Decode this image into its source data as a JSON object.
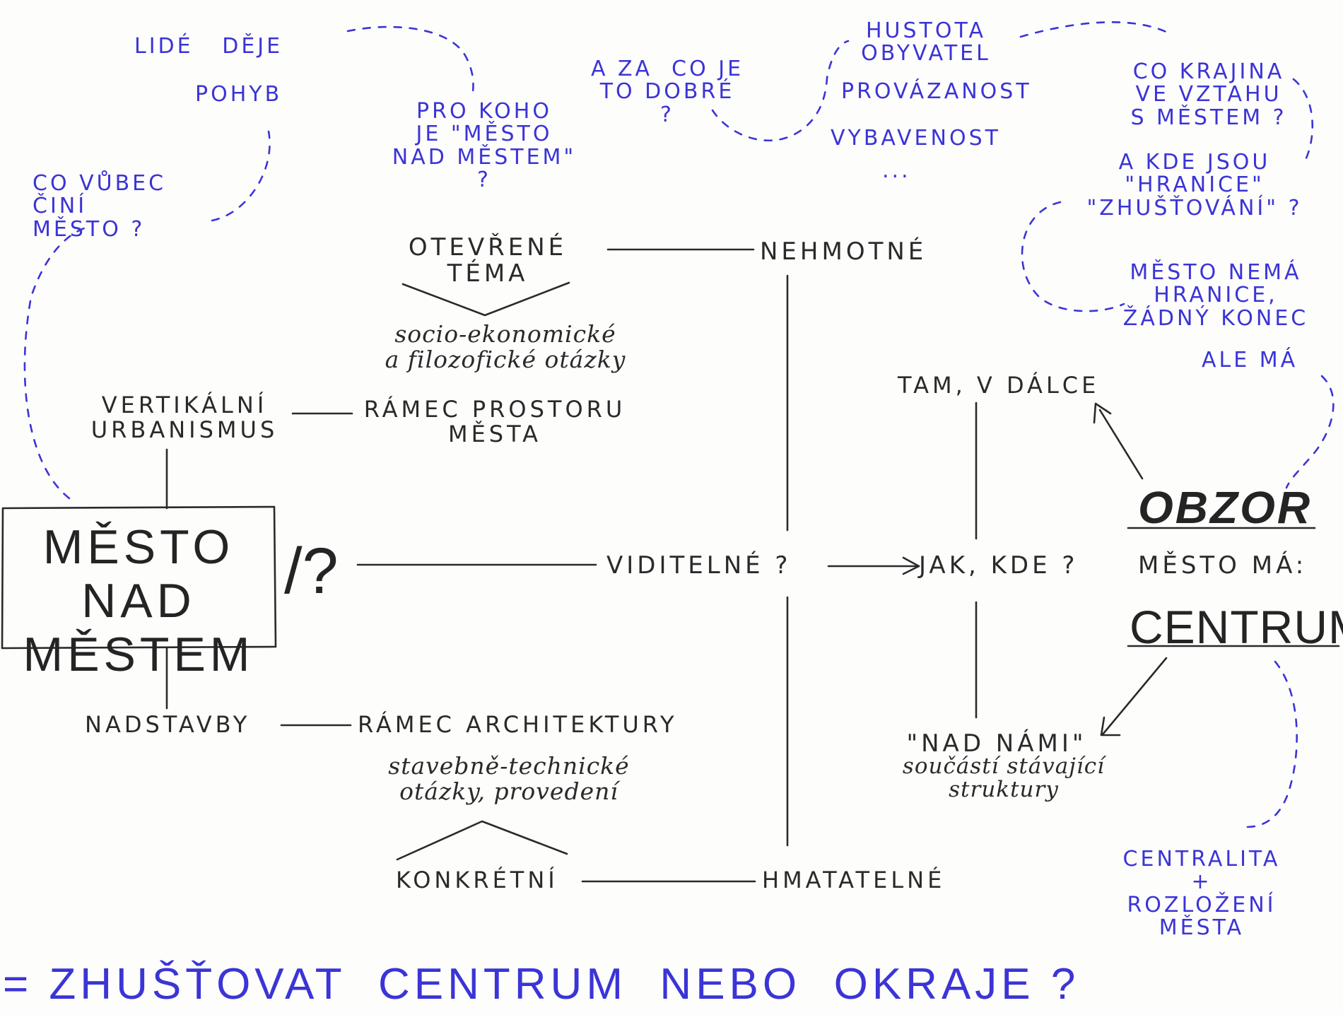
{
  "diagram": {
    "main": {
      "title": "MĚSTO NAD MĚSTEM",
      "question_mark": "/?"
    },
    "nodes": {
      "open_topic": "OTEVŘENÉ TÉMA",
      "socio_econ": "socio-ekonomické\na filozofické otázky",
      "intangible": "NEHMOTNÉ",
      "vertical_urbanism": "VERTIKÁLNÍ\nURBANISMUS",
      "city_space_frame": "RÁMEC PROSTORU\nMĚSTA",
      "visible": "VIDITELNÉ ?",
      "how_where": "JAK, KDE ?",
      "far_away": "TAM, V DÁLCE",
      "horizon": "OBZOR",
      "city_has": "MĚSTO MÁ:",
      "centre": "CENTRUM",
      "above_us": "\"NAD NÁMI\"",
      "part_of_structure": "součástí stávající\nstruktury",
      "superstructures": "NADSTAVBY",
      "architecture_frame": "RÁMEC ARCHITEKTURY",
      "construction_tech": "stavebně-technické\notázky, provedení",
      "concrete": "KONKRÉTNÍ",
      "tangible": "HMATATELNÉ"
    },
    "blue_notes": {
      "people_events": "LIDÉ   DĚJE",
      "movement": "POHYB",
      "what_makes_city": "CO VŮBEC\nČINÍ\nMĚSTO ?",
      "for_whom": "PRO KOHO\nJE \"MĚSTO\nNAD MĚSTEM\"\n?",
      "what_good": "A ZA  CO JE\nTO DOBRÉ\n?",
      "density": "HUSTOTA\nOBYVATEL",
      "connectivity": "PROVÁZANOST",
      "amenities": "VYBAVENOST",
      "ellipsis": "...",
      "landscape": "CO KRAJINA\nVE VZTAHU\nS MĚSTEM ?",
      "boundaries": "A KDE JSOU\n\"HRANICE\"\n\"ZHUŠŤOVÁNÍ\" ?",
      "no_boundaries": "MĚSTO NEMÁ\nHRANICE,\nŽÁDNÝ KONEC",
      "but_has": "ALE MÁ",
      "centrality": "CENTRALITA\n+\nROZLOŽENÍ\nMĚSTA",
      "bottom_question": "= ZHUŠŤOVAT  CENTRUM  NEBO  OKRAJE ?"
    },
    "colors": {
      "ink": "#2a2a2a",
      "blue": "#3b34d6"
    }
  }
}
